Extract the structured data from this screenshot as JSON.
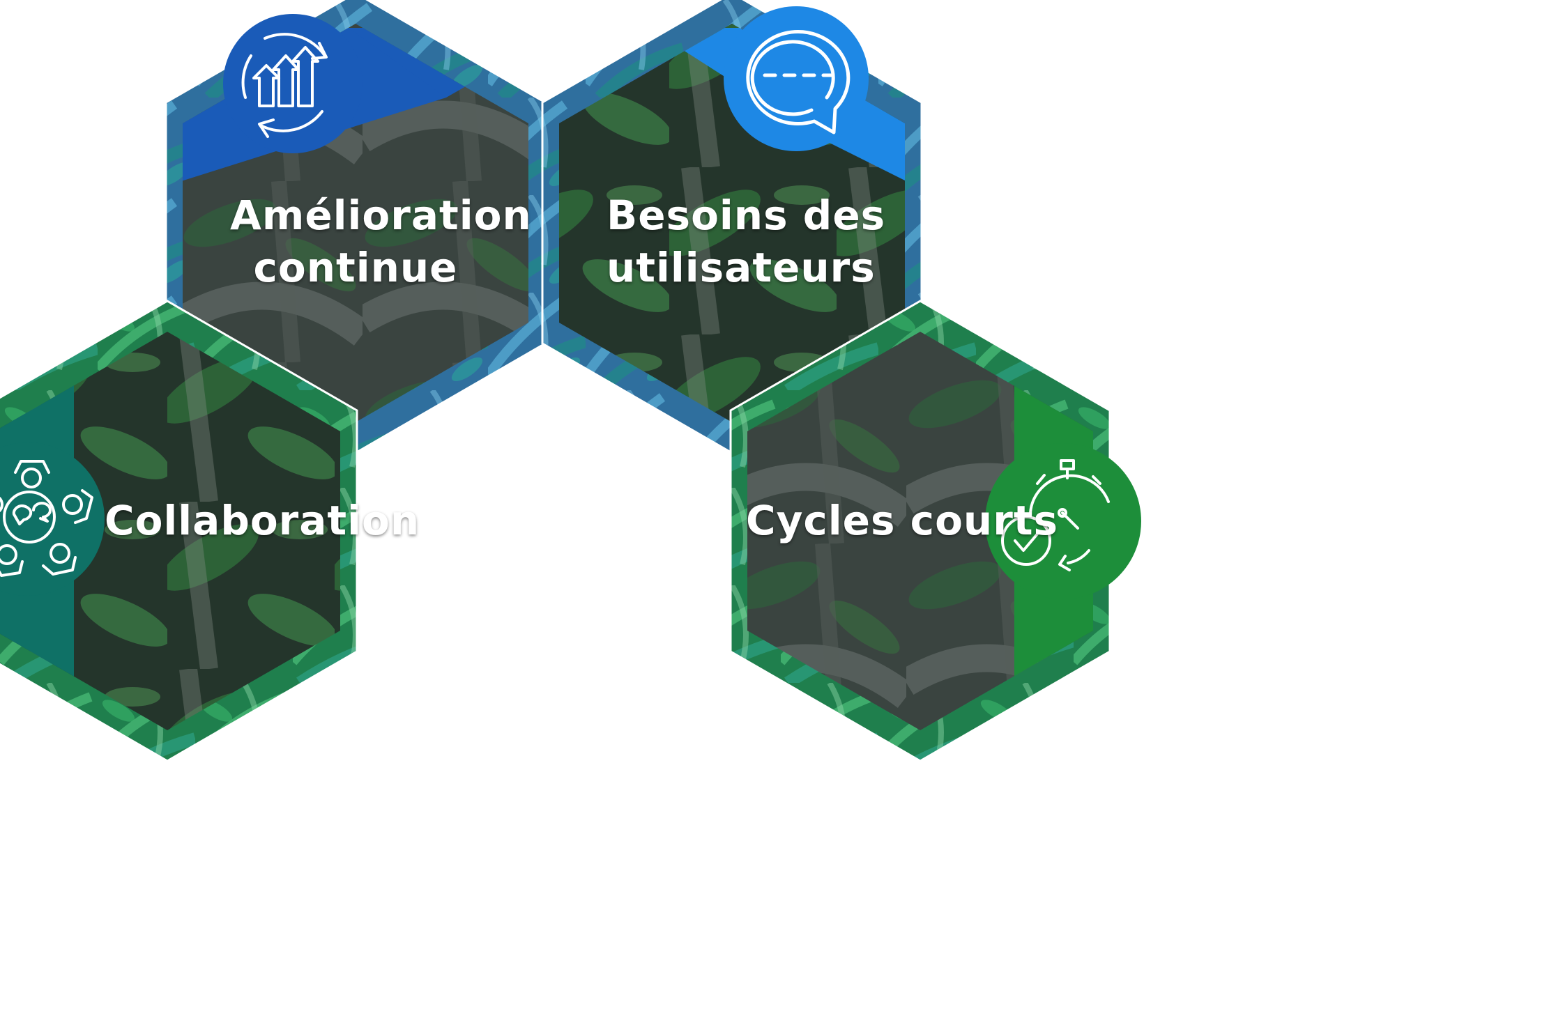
{
  "hexagons": [
    {
      "id": "amelioration",
      "lines": [
        "Amélioration",
        "continue"
      ],
      "icon": "growth-cycle-icon",
      "accent": "#1a5bb8"
    },
    {
      "id": "besoins",
      "lines": [
        "Besoins des",
        "utilisateurs"
      ],
      "icon": "chat-bubble-icon",
      "accent": "#1e88e5"
    },
    {
      "id": "collaboration",
      "lines": [
        "Collaboration"
      ],
      "icon": "team-meeting-icon",
      "accent": "#0f7166"
    },
    {
      "id": "cycles",
      "lines": [
        "Cycles courts"
      ],
      "icon": "stopwatch-cycle-icon",
      "accent": "#1d8e3a"
    }
  ],
  "colors": {
    "blue_frame": "#3f7db6",
    "green_frame": "#2f9c5a",
    "photo_overlay": "#2d3b35",
    "text": "#ffffff"
  }
}
